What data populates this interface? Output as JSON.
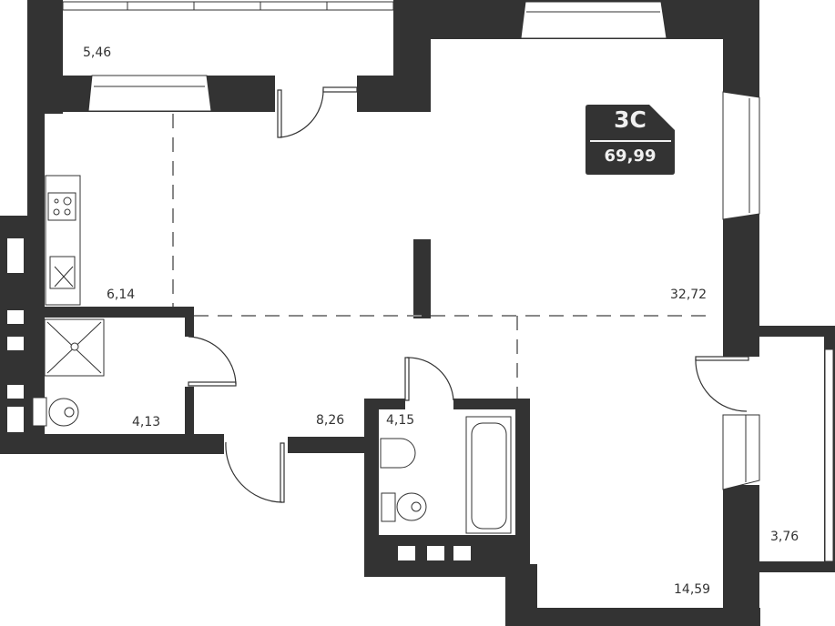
{
  "plan": {
    "type": "apartment-floor-plan",
    "colors": {
      "wall": "#333333",
      "floor": "#ffffff",
      "line": "#333333",
      "dash": "#888888",
      "badge_bg": "#333333",
      "badge_text": "#f0f0f0"
    }
  },
  "badge": {
    "code": "3С",
    "total_area": "69,99"
  },
  "rooms": [
    {
      "id": "balcony-top",
      "area": "5,46"
    },
    {
      "id": "kitchen",
      "area": "6,14"
    },
    {
      "id": "living",
      "area": "32,72"
    },
    {
      "id": "shower-bath",
      "area": "4,13"
    },
    {
      "id": "hall",
      "area": "8,26"
    },
    {
      "id": "bathroom",
      "area": "4,15"
    },
    {
      "id": "bedroom",
      "area": "14,59"
    },
    {
      "id": "balcony-right",
      "area": "3,76"
    }
  ]
}
